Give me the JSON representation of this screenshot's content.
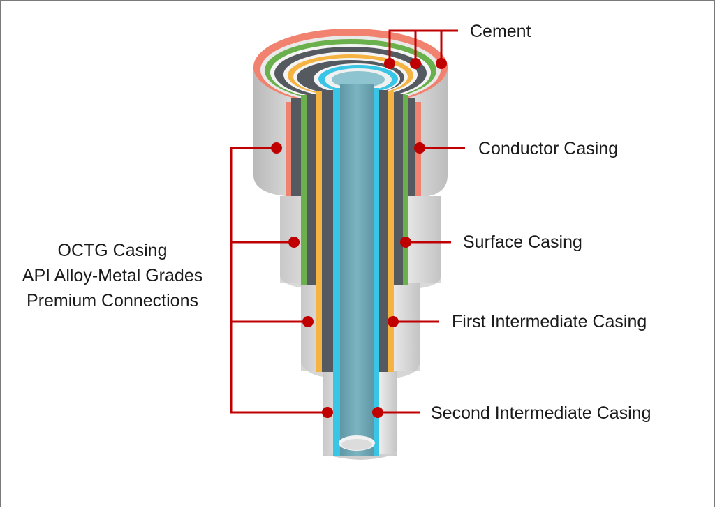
{
  "labels": {
    "cement": "Cement",
    "conductor": "Conductor Casing",
    "surface": "Surface Casing",
    "first_intermediate": "First Intermediate Casing",
    "second_intermediate": "Second Intermediate Casing"
  },
  "left_caption": {
    "line1": "OCTG Casing",
    "line2": "API Alloy-Metal Grades",
    "line3": "Premium Connections"
  },
  "colors": {
    "callout": "#c00000",
    "cement_outer": "#f08070",
    "green_layer": "#6ab04c",
    "dark_layer": "#555a60",
    "orange_layer": "#f5b342",
    "cyan_layer": "#39c5e6",
    "bore": "#6fa8b6"
  }
}
